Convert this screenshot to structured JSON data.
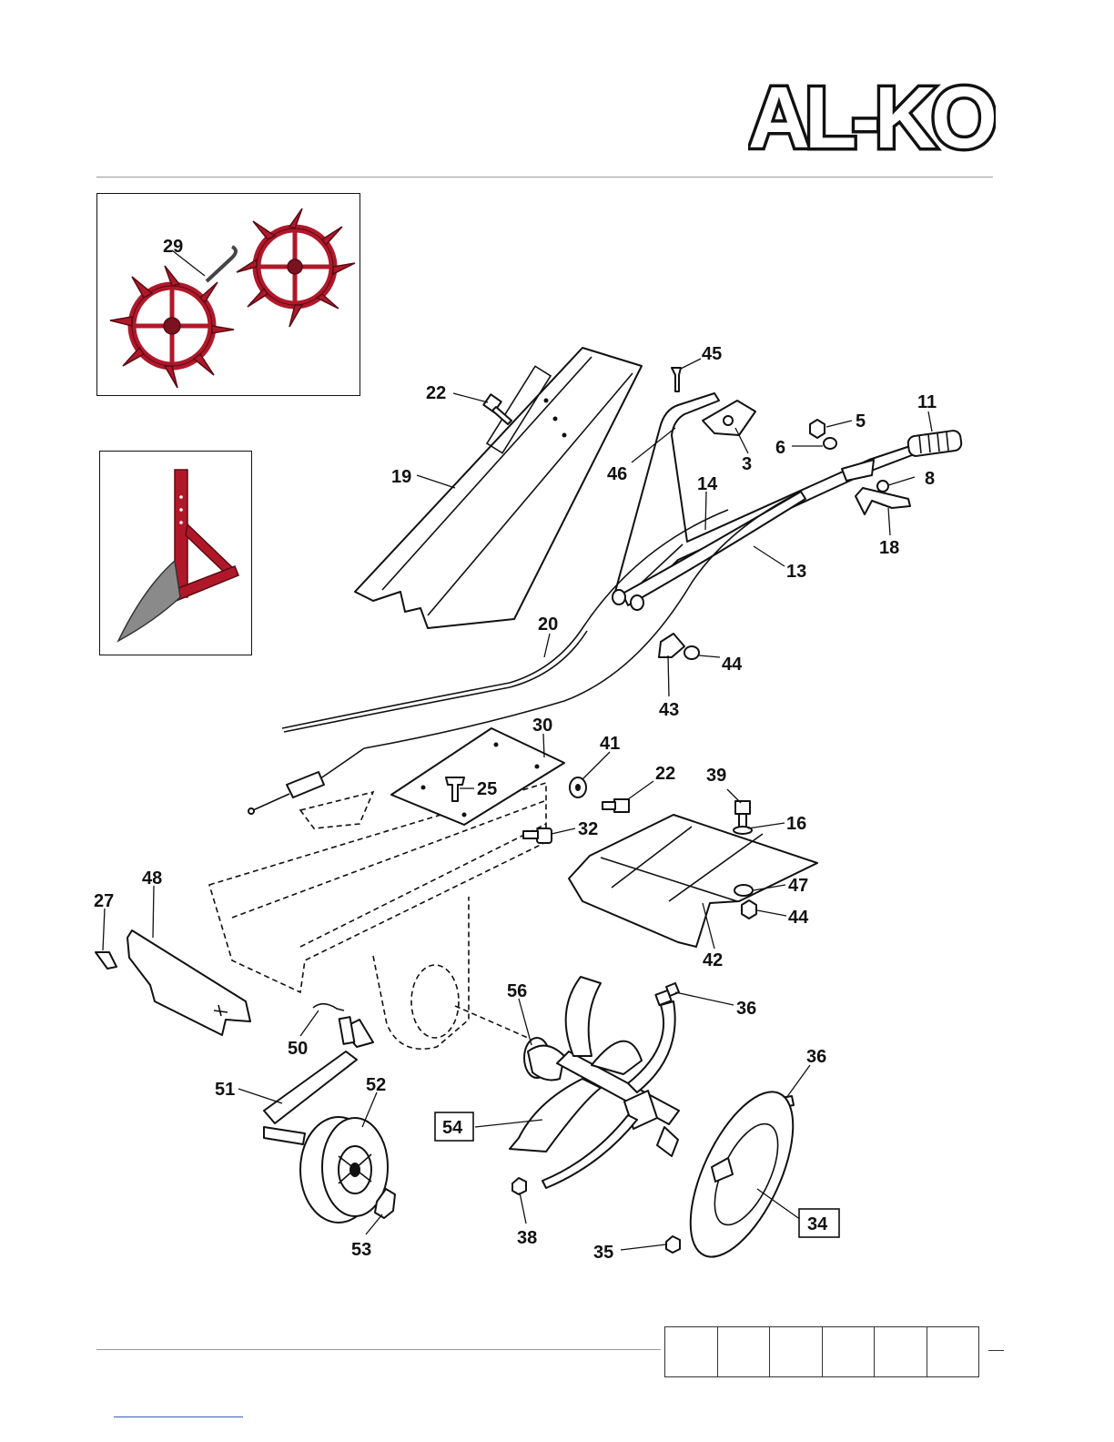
{
  "brand": {
    "logo_text": "AL-KO",
    "colors": {
      "logo": "#111111",
      "accessory": "#b0182a"
    }
  },
  "callouts": {
    "c29": "29",
    "c45": "45",
    "c22a": "22",
    "c11": "11",
    "c5": "5",
    "c6": "6",
    "c8": "8",
    "c3": "3",
    "c46": "46",
    "c14": "14",
    "c19": "19",
    "c18": "18",
    "c13": "13",
    "c20": "20",
    "c44a": "44",
    "c43": "43",
    "c30": "30",
    "c41": "41",
    "c22b": "22",
    "c39": "39",
    "c25": "25",
    "c16": "16",
    "c32": "32",
    "c48": "48",
    "c27": "27",
    "c47": "47",
    "c44b": "44",
    "c42": "42",
    "c56": "56",
    "c36a": "36",
    "c50": "50",
    "c36b": "36",
    "c51": "51",
    "c52": "52",
    "c54": "54",
    "c34": "34",
    "c38": "38",
    "c53": "53",
    "c35": "35"
  },
  "pagination": {
    "cells": 6
  }
}
